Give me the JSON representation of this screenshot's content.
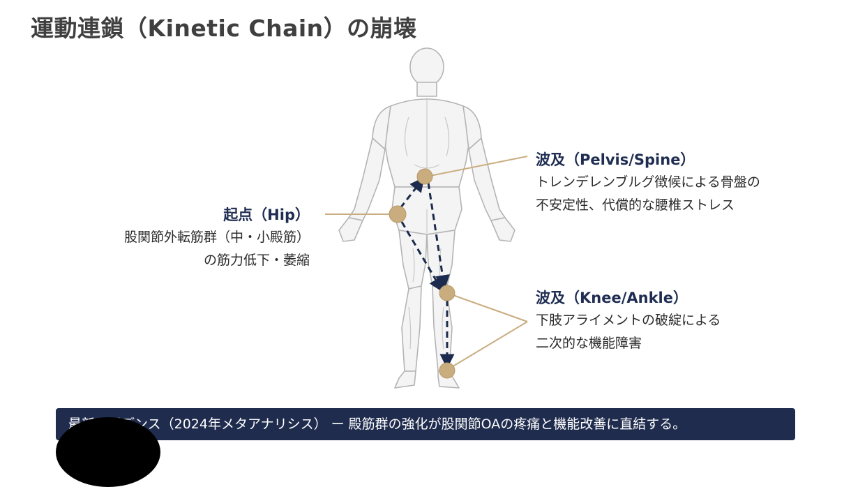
{
  "title": "運動連鎖（Kinetic Chain）の崩壊",
  "hip": {
    "heading": "起点（Hip）",
    "lines": [
      "股関節外転筋群（中・小殿筋）",
      "の筋力低下・萎縮"
    ]
  },
  "pelvis": {
    "heading": "波及（Pelvis/Spine）",
    "lines": [
      "トレンデレンブルグ徴候による骨盤の",
      "不安定性、代償的な腰椎ストレス"
    ]
  },
  "knee": {
    "heading": "波及（Knee/Ankle）",
    "lines": [
      "下肢アライメントの破綻による",
      "二次的な機能障害"
    ]
  },
  "banner": {
    "text": "最新エビデンス（2024年メタアナリシス） ー 殿筋群の強化が股関節OAの疼痛と機能改善に直結する。"
  },
  "colors": {
    "accent_gold": "#c9ad7f",
    "navy": "#1f2c4e",
    "arrow": "#1c2a4d"
  }
}
